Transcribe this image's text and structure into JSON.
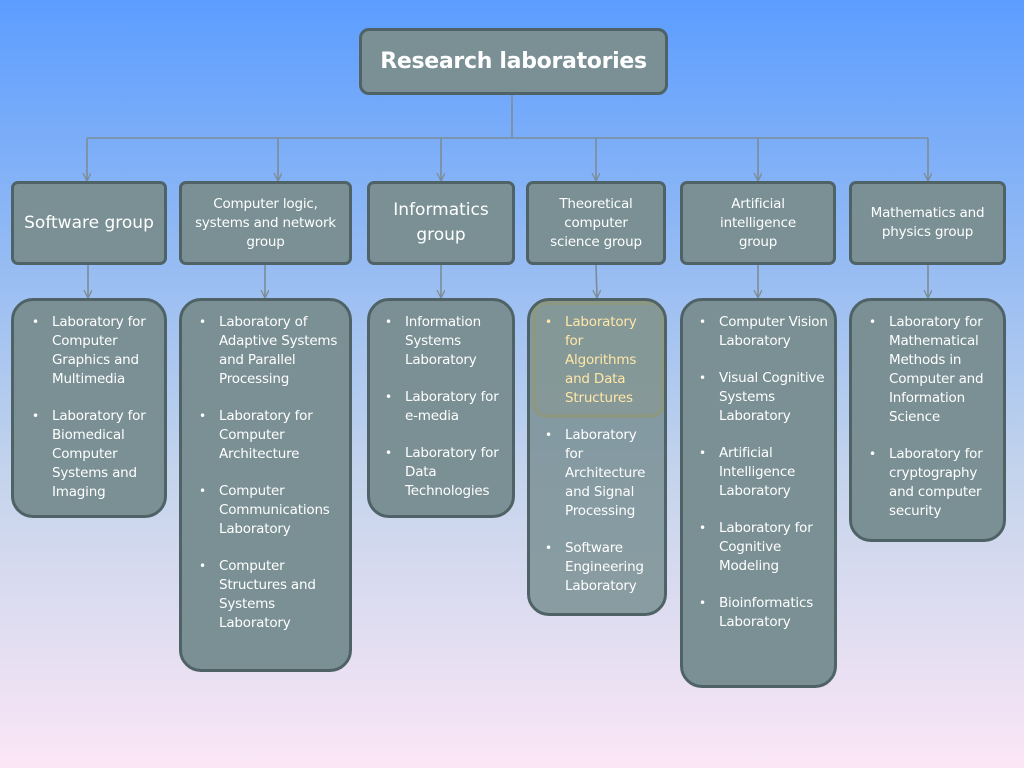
{
  "root": {
    "title": "Research laboratories"
  },
  "groups": [
    {
      "name": "Software group",
      "labs": [
        "Laboratory for Computer Graphics and Multimedia",
        "Laboratory for Biomedical Computer Systems and Imaging"
      ]
    },
    {
      "name": "Computer logic, systems and network group",
      "labs": [
        "Laboratory of Adaptive Systems and Parallel Processing",
        "Laboratory for Computer Architecture",
        "Computer Communications Laboratory",
        "Computer Structures and Systems Laboratory"
      ]
    },
    {
      "name": "Informatics group",
      "labs": [
        "Information Systems Laboratory",
        "Laboratory for e-media",
        "Laboratory for Data Technologies"
      ]
    },
    {
      "name": "Theoretical computer science group",
      "labs": [
        "Laboratory for Algorithms and Data Structures",
        "Laboratory for Architecture and Signal Processing",
        "Software Engineering Laboratory"
      ]
    },
    {
      "name": "Artificial intelligence group",
      "labs": [
        "Computer Vision Laboratory",
        "Visual Cognitive Systems Laboratory",
        "Artificial Intelligence Laboratory",
        "Laboratory for Cognitive Modeling",
        "Bioinformatics Laboratory"
      ]
    },
    {
      "name": "Mathematics and physics group",
      "labs": [
        "Laboratory for Mathematical Methods in Computer and Information Science",
        "Laboratory for cryptography and computer security"
      ]
    }
  ],
  "colors": {
    "box_fill": "#7a9094",
    "box_border": "#4f6366",
    "highlight": "#f4bf1c",
    "highlight_text": "#ffe7a6"
  }
}
